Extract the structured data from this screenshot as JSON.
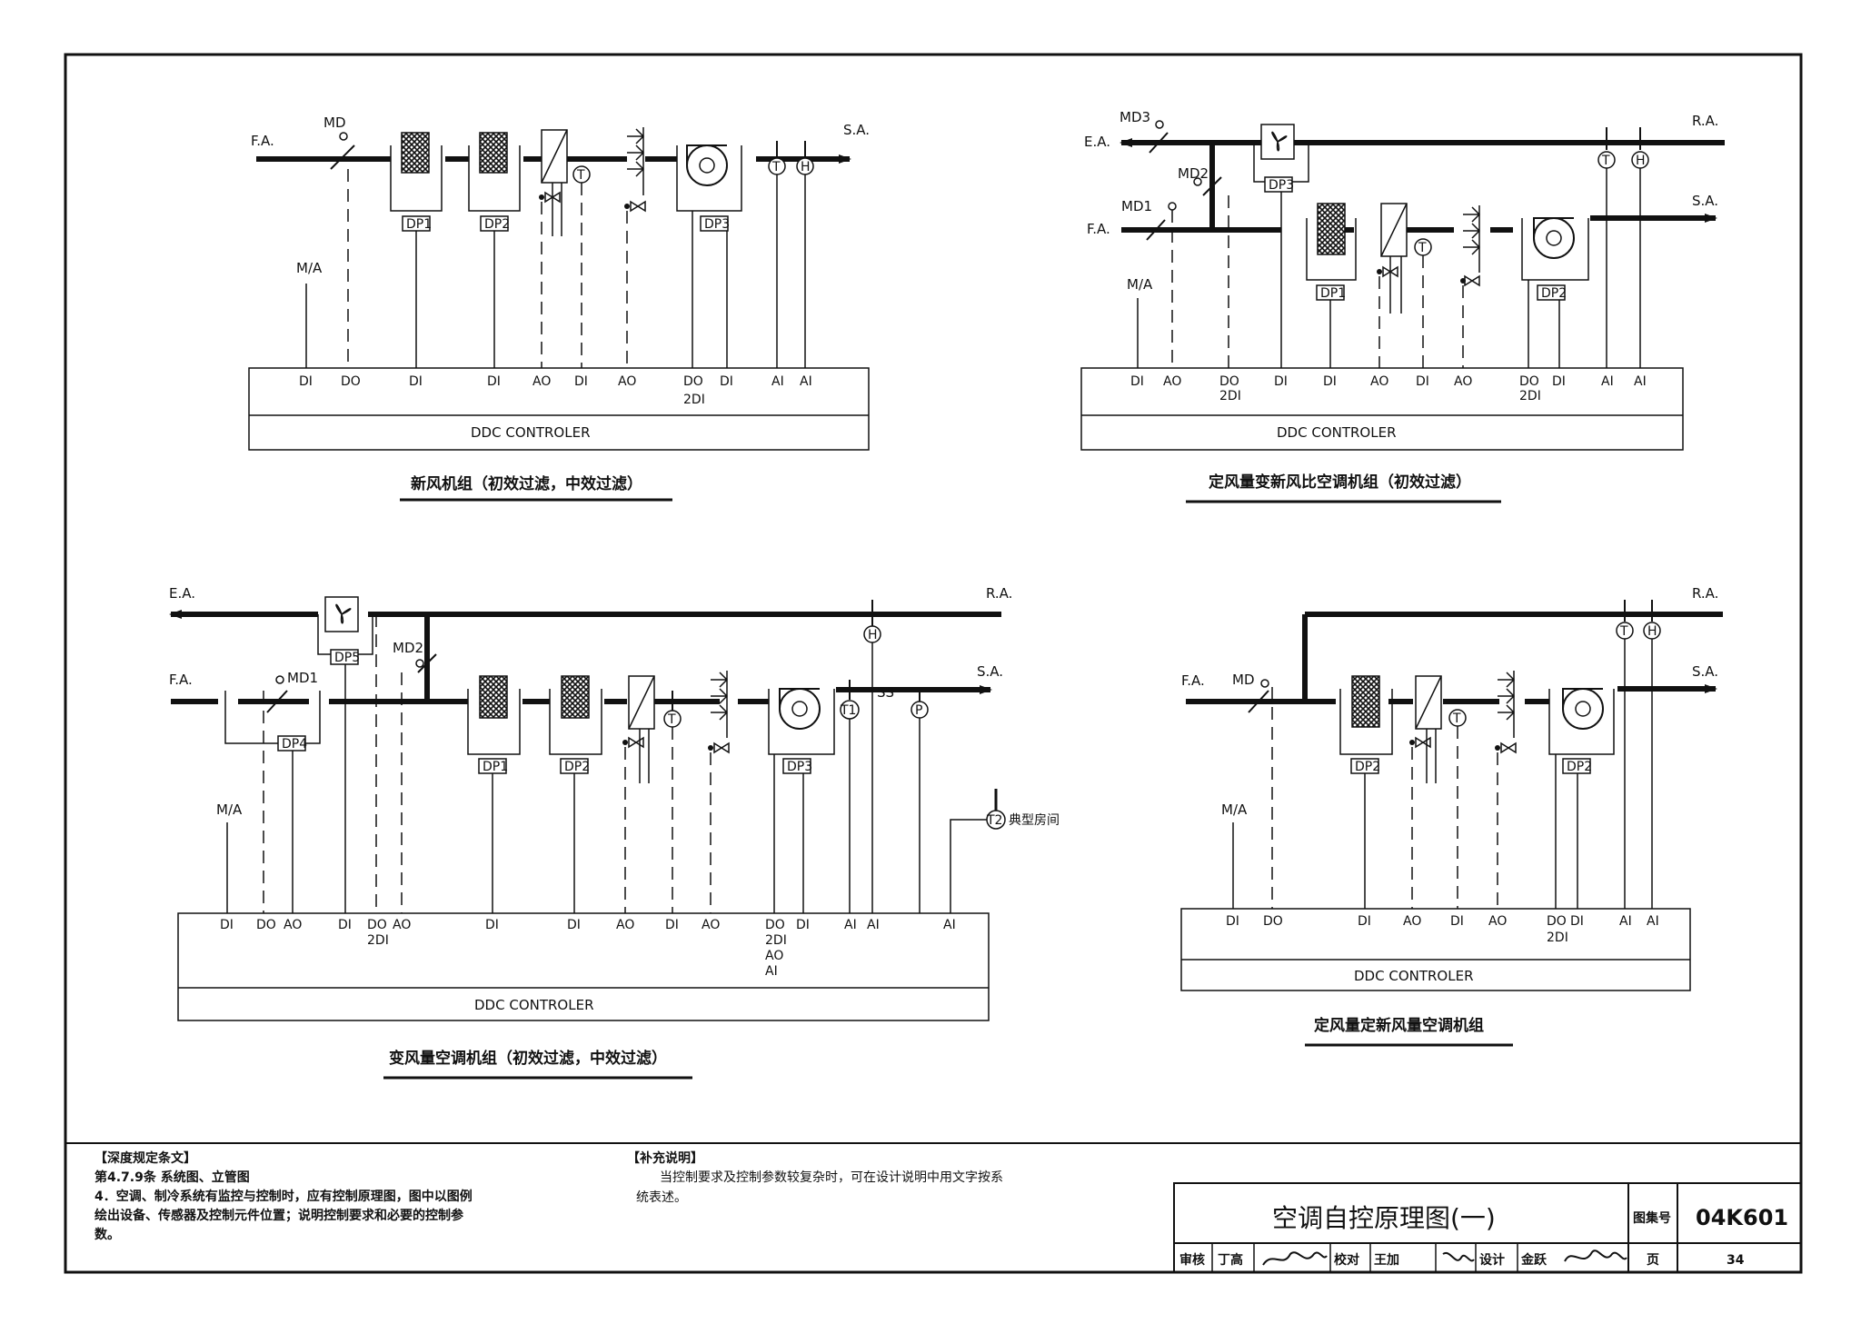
{
  "labels": {
    "fa": "F.A.",
    "sa": "S.A.",
    "ea": "E.A.",
    "ra": "R.A.",
    "md": "MD",
    "md1": "MD1",
    "md2": "MD2",
    "md3": "MD3",
    "ma": "M/A",
    "ctrl": "DDC CONTROLER",
    "dp1": "DP1",
    "dp2": "DP2",
    "dp3": "DP3",
    "dp4": "DP4",
    "dp5": "DP5",
    "t": "T",
    "h": "H",
    "p": "P",
    "t1": "T1",
    "t2": "T2",
    "typical_room": "典型房间",
    "ss": "SS"
  },
  "diagrams": {
    "d1": {
      "caption": "新风机组（初效过滤，中效过滤）",
      "signals": [
        "DI",
        "DO",
        "DI",
        "DI",
        "AO",
        "DI",
        "AO",
        "DO",
        "DI",
        "AI",
        "AI"
      ],
      "extra": "2DI"
    },
    "d2": {
      "caption": "定风量变新风比空调机组（初效过滤）",
      "signals": [
        "DI",
        "AO",
        "DO",
        "DI",
        "DI",
        "AO",
        "DI",
        "AO",
        "DO",
        "DI",
        "AI",
        "AI"
      ],
      "extra1": "2DI",
      "extra2": "2DI"
    },
    "d3": {
      "caption": "变风量空调机组（初效过滤，中效过滤）",
      "signals": [
        "DI",
        "DO",
        "AO",
        "DI",
        "DO",
        "AO",
        "DI",
        "DI",
        "AO",
        "DI",
        "AO",
        "DO",
        "DI",
        "AI",
        "AI",
        "AI"
      ],
      "extra1": "2DI",
      "extra2": "2DI",
      "extra3": "AO",
      "extra4": "AI"
    },
    "d4": {
      "caption": "定风量定新风量空调机组",
      "signals": [
        "DI",
        "DO",
        "DI",
        "AO",
        "DI",
        "AO",
        "DO",
        "DI",
        "AI",
        "AI"
      ],
      "extra": "2DI"
    }
  },
  "footer": {
    "spec_title": "【深度规定条文】",
    "spec_line1": "第4.7.9条  系统图、立管图",
    "spec_line2": "4．空调、制冷系统有监控与控制时，应有控制原理图，图中以图例",
    "spec_line3": "绘出设备、传感器及控制元件位置；说明控制要求和必要的控制参",
    "spec_line4": "数。",
    "note_title": "【补充说明】",
    "note_line1": "当控制要求及控制参数较复杂时，可在设计说明中用文字按系",
    "note_line2": "统表述。"
  },
  "titleblock": {
    "title": "空调自控原理图(一)",
    "atlas_label": "图集号",
    "atlas_no": "04K601",
    "review": "审核",
    "reviewer": "丁高",
    "check": "校对",
    "checker": "王加",
    "design": "设计",
    "designer": "金跃",
    "page_label": "页",
    "page_no": "34"
  }
}
